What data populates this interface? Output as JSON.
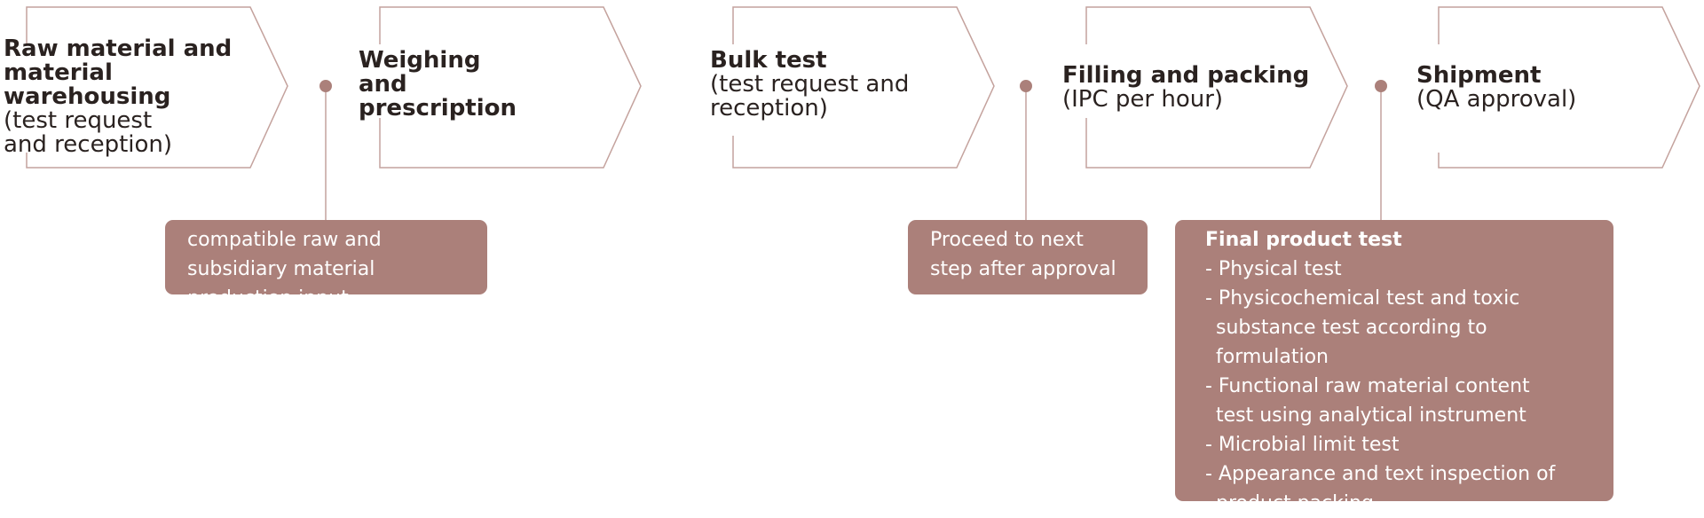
{
  "steps": [
    {
      "title": "Raw material and material warehousing",
      "subtitle": "(test request and reception)"
    },
    {
      "title": "Weighing and prescription",
      "subtitle": ""
    },
    {
      "title": "Bulk test",
      "subtitle": "(test request and reception)"
    },
    {
      "title": "Filling and packing",
      "subtitle": "(IPC per hour)"
    },
    {
      "title": "Shipment",
      "subtitle": "(QA approval)"
    }
  ],
  "notes": [
    {
      "text": "compatible raw and subsidiary material production input"
    },
    {
      "text": "Proceed to next step after approval"
    },
    {
      "title": "Final product test",
      "items": [
        "- Physical test",
        "- Physicochemical test and toxic substance test according to formulation",
        "- Functional raw material content test using analytical instrument",
        "- Microbial limit test",
        "- Appearance and text inspection of product packing"
      ]
    }
  ],
  "colors": {
    "accent": "#ab807a",
    "outline": "#c4a29d",
    "text": "#2a2220"
  }
}
